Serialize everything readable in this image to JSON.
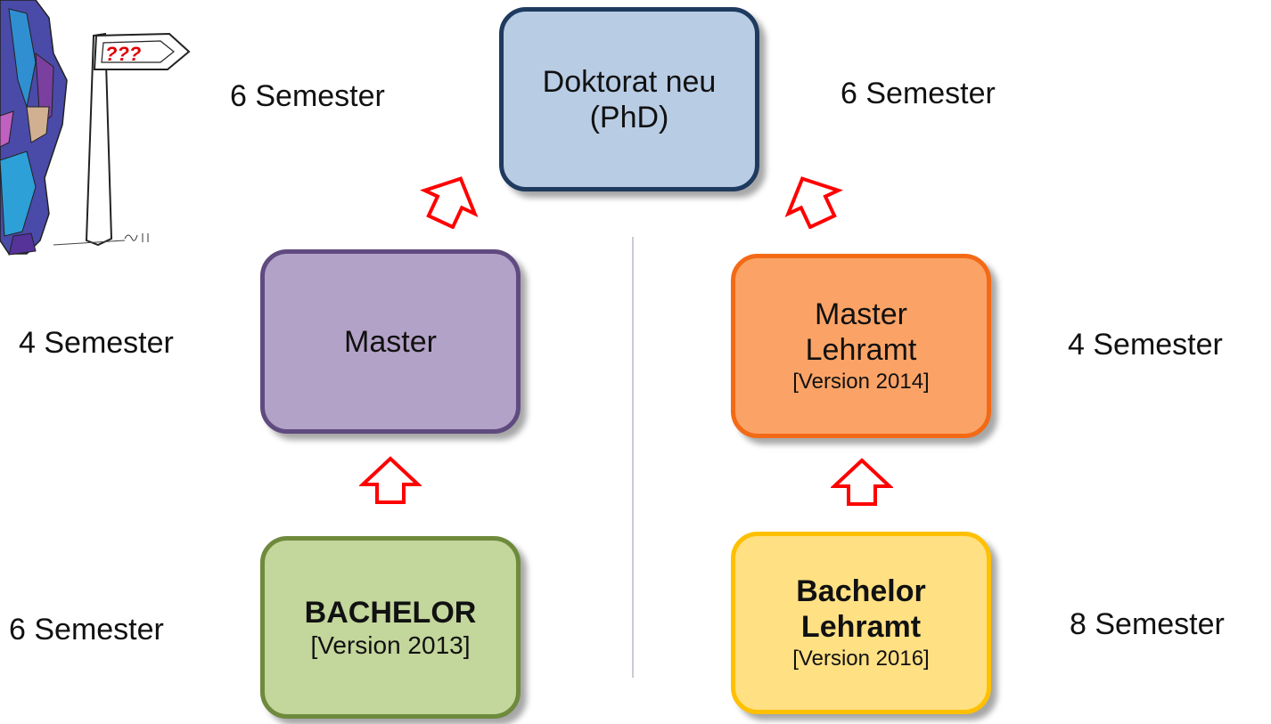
{
  "phd": {
    "line1": "Doktorat neu",
    "line2": "(PhD)",
    "semesters_left": "6 Semester",
    "semesters_right": "6 Semester"
  },
  "master": {
    "label": "Master",
    "semesters": "4 Semester"
  },
  "master_lehramt": {
    "line1": "Master",
    "line2": "Lehramt",
    "version": "[Version 2014]",
    "semesters": "4 Semester"
  },
  "bachelor": {
    "label": "BACHELOR",
    "version": "[Version 2013]",
    "semesters": "6 Semester"
  },
  "bachelor_lehramt": {
    "line1": "Bachelor",
    "line2": "Lehramt",
    "version": "[Version 2016]",
    "semesters": "8 Semester"
  },
  "signpost": {
    "text": "???"
  },
  "colors": {
    "phd_fill": "#b8cce4",
    "master_fill": "#b3a2c7",
    "master_lehramt_fill": "#fba366",
    "bachelor_fill": "#c3d69b",
    "bachelor_lehramt_fill": "#ffe083",
    "arrow": "#ff0000"
  }
}
